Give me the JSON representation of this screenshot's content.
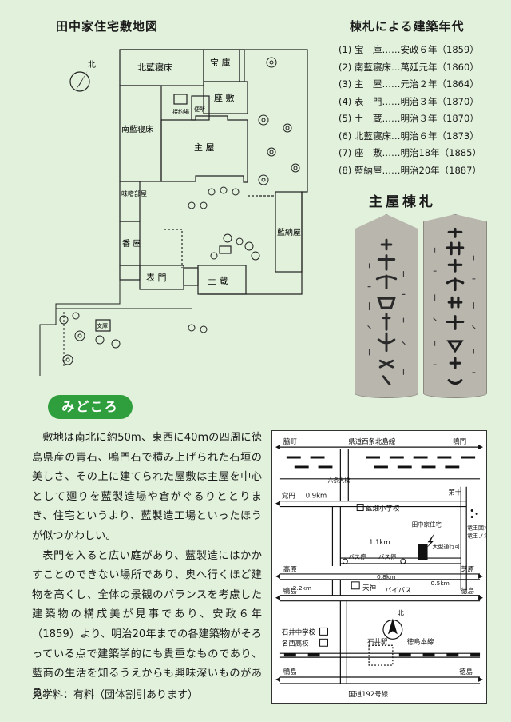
{
  "site_plan": {
    "title": "田中家住宅敷地図",
    "north": "北",
    "labels": {
      "kita_aigoshi": "北藍寝床",
      "takara": "宝 庫",
      "minami_aigoshi": "南藍寝床",
      "zashiki": "座 敷",
      "omoya": "主 屋",
      "kawaya": "便所",
      "setsugyo": "接約場",
      "mise": "味噌部屋",
      "ban": "番 屋",
      "omote": "表 門",
      "dozo": "土 蔵",
      "ainoya": "藍納屋",
      "bunbo": "文庫"
    }
  },
  "building_years": {
    "title": "棟札による建築年代",
    "items": [
      {
        "num": "(1)",
        "text": "宝　庫……安政６年（1859）"
      },
      {
        "num": "(2)",
        "text": "南藍寝床…萬延元年（1860）"
      },
      {
        "num": "(3)",
        "text": "主　屋……元治２年（1864）"
      },
      {
        "num": "(4)",
        "text": "表　門……明治３年（1870）"
      },
      {
        "num": "(5)",
        "text": "土　蔵……明治３年（1870）"
      },
      {
        "num": "(6)",
        "text": "北藍寝床…明治６年（1873）"
      },
      {
        "num": "(7)",
        "text": "座　敷……明治18年（1885）"
      },
      {
        "num": "(8)",
        "text": "藍納屋……明治20年（1887）"
      }
    ]
  },
  "tags_title": "主屋棟札",
  "highlights": {
    "badge": "みどころ",
    "paragraphs": [
      "敷地は南北に約50m、東西に40ｍの四周に徳島県産の青石、鳴門石で積み上げられた石垣の美しさ、その上に建てられた屋敷は主屋を中心として廻りを藍製造場や倉がぐるりととりまき、住宅というより、藍製造工場といったほうが似つかわしい。",
      "表門を入ると広い庭があり、藍製造にはかかすことのできない場所であり、奥へ行くほど建物を高くし、全体の景観のバランスを考慮した建築物の構成美が見事であり、安政６年（1859）より、明治20年までの各建築物がそろっている点で建築学的にも貴重なものであり、藍商の生活を知るうえからも興味深いものがある。"
    ],
    "fee": "見学料：有料（団体割引あります）"
  },
  "access_map": {
    "wakimachi": "脇町",
    "kendo": "県道西条北島線",
    "naruto": "鳴門",
    "rokujo": "六条大橋",
    "kakumaru": "覚円",
    "d09": "0.9km",
    "aihata": "藍畑小学校",
    "dai10": "第十",
    "tanaka": "田中家住宅",
    "taigata": "大型通行可",
    "ryuo": "竜王団地",
    "ryuo2": "竜王ノ塔",
    "d11": "1.1km",
    "bus1": "バス停",
    "bus2": "バス停",
    "takahara": "高原",
    "d08": "0.8km",
    "d05": "0.5km",
    "shibahara": "芝原",
    "d22": "2.2km",
    "tenjin": "天神",
    "kamojima1": "鴨島",
    "bypass": "バイパス",
    "tokushima1": "徳島",
    "north": "北",
    "ishii_jhs": "石井中学校",
    "meisai": "名西高校",
    "ishii_st": "石井駅",
    "line": "徳島本線",
    "kamojima2": "鴨島",
    "route192": "国道192号線",
    "tokushima2": "徳島"
  }
}
